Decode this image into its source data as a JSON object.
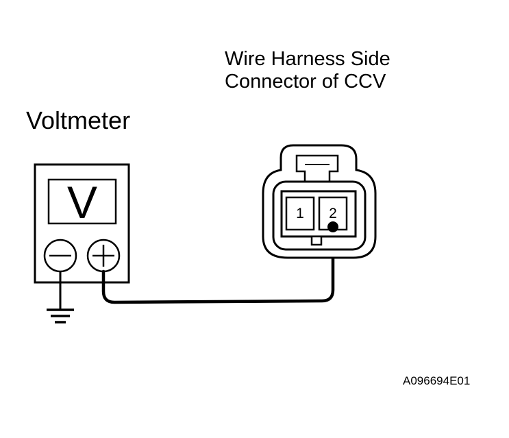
{
  "labels": {
    "connector_line1": "Wire Harness Side",
    "connector_line2": "Connector of CCV",
    "voltmeter": "Voltmeter",
    "figure_code": "A096694E01"
  },
  "voltmeter": {
    "display": "V",
    "negative_terminal_icon": "minus-icon",
    "positive_terminal_icon": "plus-icon",
    "ground_icon": "ground-icon"
  },
  "connector": {
    "pins": [
      "1",
      "2"
    ],
    "probed_pin": "2"
  },
  "colors": {
    "ink": "#000000",
    "background": "#ffffff"
  }
}
